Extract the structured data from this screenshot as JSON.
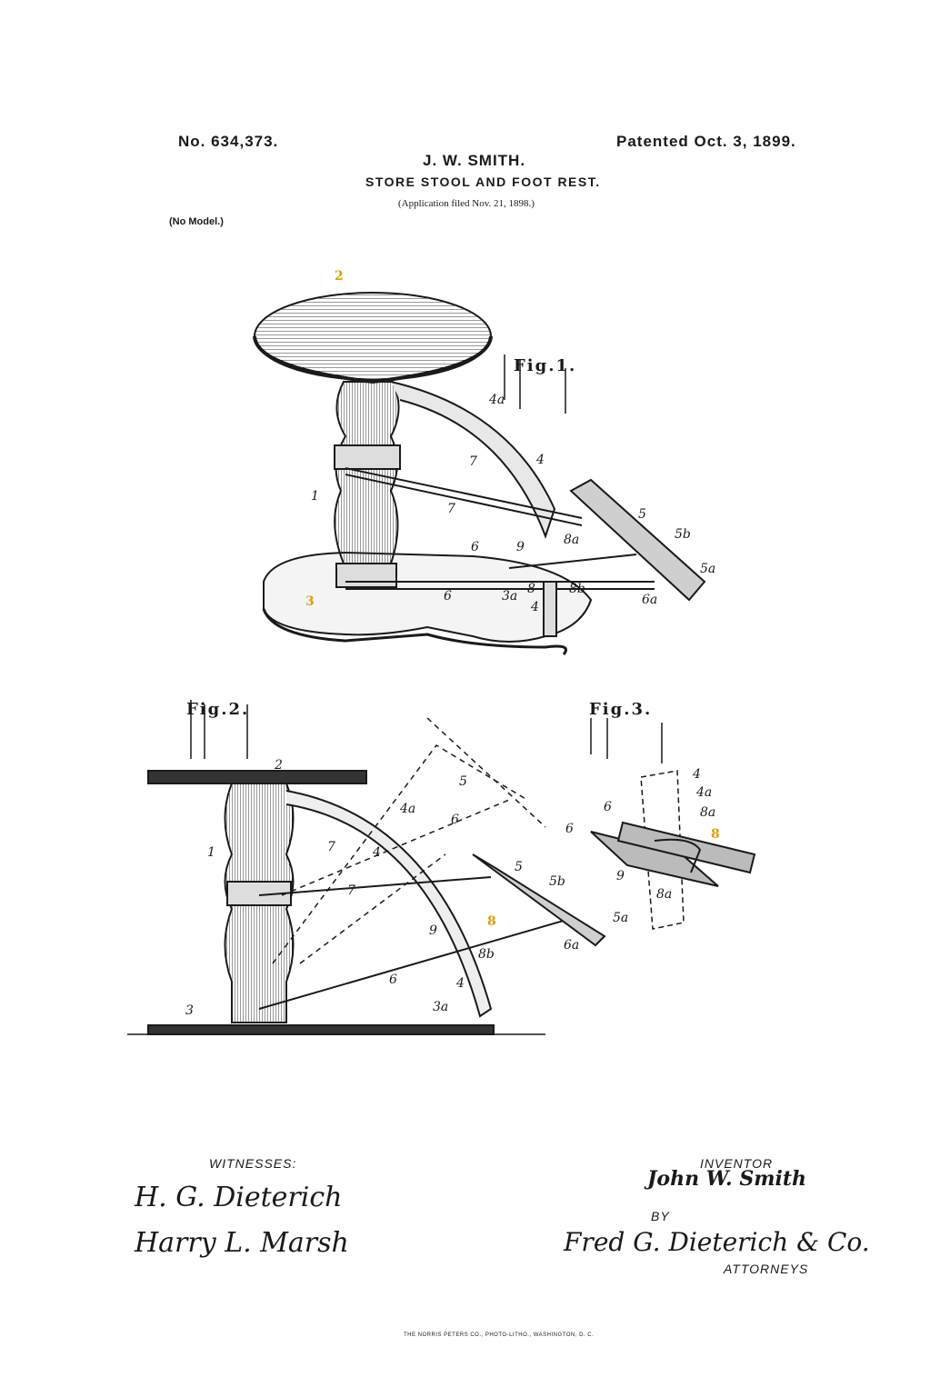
{
  "header": {
    "patent_number": "No. 634,373.",
    "patent_date": "Patented Oct. 3, 1899.",
    "inventor_name": "J. W. SMITH.",
    "title": "STORE STOOL AND FOOT REST.",
    "application": "(Application filed Nov. 21, 1898.)",
    "model_note": "(No Model.)"
  },
  "figures": {
    "fig1_label": "Fig.1.",
    "fig2_label": "Fig.2.",
    "fig3_label": "Fig.3."
  },
  "fig1_refs": [
    "2",
    "4a",
    "7",
    "4",
    "1",
    "7",
    "5",
    "5b",
    "6",
    "9",
    "8a",
    "5a",
    "8",
    "3a",
    "8b",
    "6a",
    "4",
    "6",
    "3"
  ],
  "fig2_refs": [
    "2",
    "5",
    "4a",
    "6",
    "1",
    "7",
    "4",
    "5",
    "5b",
    "7",
    "9",
    "8",
    "5a",
    "8b",
    "6a",
    "6",
    "4",
    "3",
    "3a"
  ],
  "fig3_refs": [
    "4",
    "4a",
    "6",
    "8a",
    "6",
    "8",
    "9",
    "8a"
  ],
  "footer": {
    "witnesses_label": "WITNESSES:",
    "witness1": "H. G. Dieterich",
    "witness2": "Harry L. Marsh",
    "inventor_label": "INVENTOR",
    "inventor_signature": "John W. Smith",
    "by_label": "BY",
    "attorney_signature": "Fred G. Dieterich & Co.",
    "attorneys_label": "ATTORNEYS",
    "printer": "THE NORRIS PETERS CO., PHOTO-LITHO., WASHINGTON, D. C."
  },
  "colors": {
    "ink": "#1a1a1a",
    "highlight": "#e0a000",
    "paper": "#ffffff"
  }
}
